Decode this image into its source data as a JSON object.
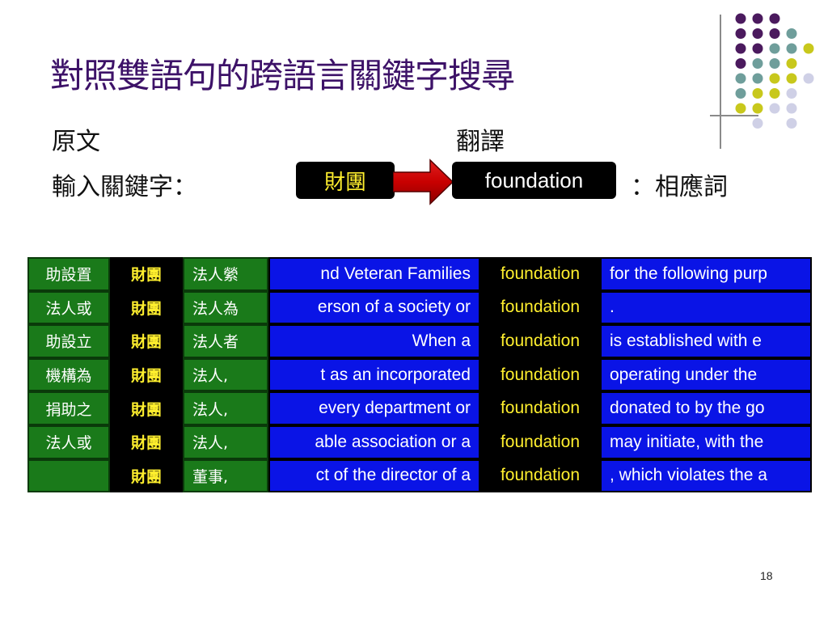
{
  "slide": {
    "title": "對照雙語句的跨語言關鍵字搜尋",
    "label_source": "原文",
    "label_translation": "翻譯",
    "label_input": "輸入關鍵字：",
    "keyword": "財團",
    "translated_keyword": "foundation",
    "label_corresponding": "：相應詞",
    "page_number": "18"
  },
  "colors": {
    "title": "#3d1268",
    "green_cell": "#1a7a1a",
    "blue_cell": "#0a14e6",
    "highlight_text": "#ffef2e",
    "dot_purple": "#4b1a5e",
    "dot_teal": "#6f9e9b",
    "dot_yellow": "#c8c81c",
    "dot_lavender": "#cfd0e6"
  },
  "table": {
    "rows": [
      {
        "zh_left": "助設置",
        "zh_key": "財團",
        "zh_right": "法人縈",
        "en_left": "nd Veteran Families",
        "en_key": "foundation",
        "en_right": "for the following purp"
      },
      {
        "zh_left": "法人或",
        "zh_key": "財團",
        "zh_right": "法人為",
        "en_left": "erson of a society or",
        "en_key": "foundation",
        "en_right": "."
      },
      {
        "zh_left": "助設立",
        "zh_key": "財團",
        "zh_right": "法人者",
        "en_left": "When a",
        "en_key": "foundation",
        "en_right": "is established with e"
      },
      {
        "zh_left": "機構為",
        "zh_key": "財團",
        "zh_right": "法人,",
        "en_left": "t as an incorporated",
        "en_key": "foundation",
        "en_right": "operating under the"
      },
      {
        "zh_left": "捐助之",
        "zh_key": "財團",
        "zh_right": "法人,",
        "en_left": "every department or",
        "en_key": "foundation",
        "en_right": "donated to by the go"
      },
      {
        "zh_left": "法人或",
        "zh_key": "財團",
        "zh_right": "法人,",
        "en_left": "able association or a",
        "en_key": "foundation",
        "en_right": "may initiate, with the"
      },
      {
        "zh_left": "",
        "zh_key": "財團",
        "zh_right": "董事,",
        "en_left": "ct of the director of a",
        "en_key": "foundation",
        "en_right": ", which violates the a"
      }
    ]
  }
}
